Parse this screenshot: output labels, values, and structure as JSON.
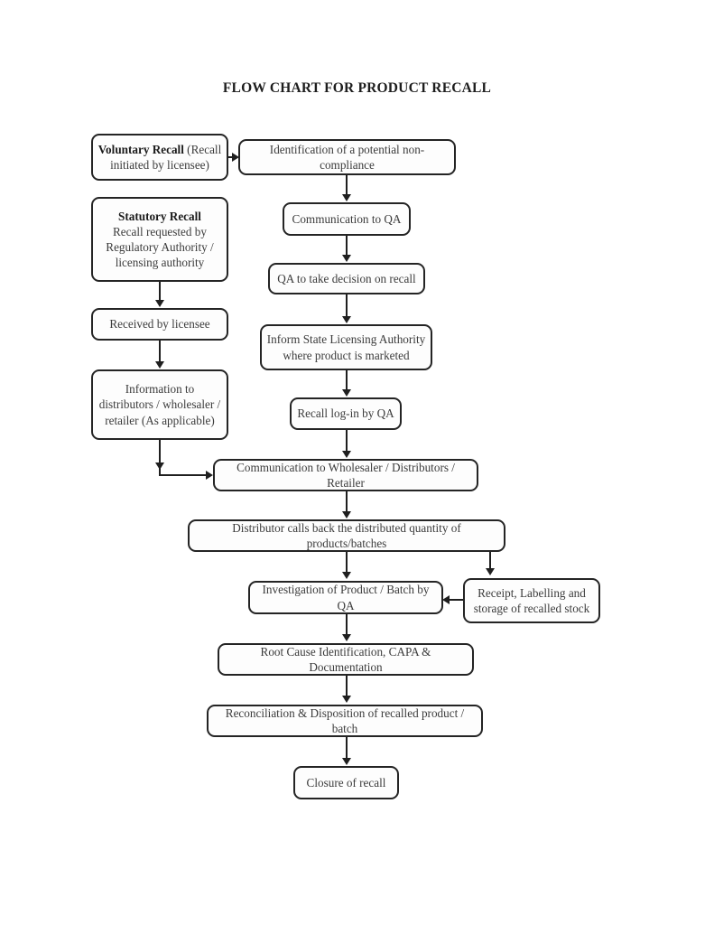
{
  "document": {
    "title": "FLOW CHART FOR PRODUCT RECALL",
    "background_color": "#ffffff",
    "line_color": "#1f1f1f",
    "box_border_color": "#242424",
    "text_color": "#3b3b3b"
  },
  "chart_data": {
    "type": "diagram",
    "title": "FLOW CHART FOR PRODUCT RECALL",
    "nodes": [
      {
        "id": "voluntary-recall",
        "label": "Voluntary Recall (Recall initiated by licensee)",
        "line1_bold": "Voluntary Recall",
        "line1_rest": " (Recall",
        "line2": "initiated by licensee)"
      },
      {
        "id": "statutory-recall",
        "label": "Statutory Recall Recall requested by Regulatory Authority / licensing authority",
        "line1_bold": "Statutory Recall",
        "line2": "Recall requested by",
        "line3": "Regulatory Authority /",
        "line4": "licensing authority"
      },
      {
        "id": "received-by-licensee",
        "label": "Received by licensee"
      },
      {
        "id": "information-to-distributors",
        "label": "Information to distributors / wholesaler / retailer (As applicable)",
        "line1": "Information to",
        "line2": "distributors / wholesaler /",
        "line3": "retailer (As applicable)"
      },
      {
        "id": "identification-non-compliance",
        "label": "Identification of a potential non-compliance"
      },
      {
        "id": "communication-to-qa",
        "label": "Communication to QA"
      },
      {
        "id": "qa-decision-on-recall",
        "label": "QA to take decision on recall"
      },
      {
        "id": "inform-state-licensing-authority",
        "label": "Inform State Licensing Authority where product is marketed",
        "line1": "Inform State Licensing Authority",
        "line2": "where product is marketed"
      },
      {
        "id": "recall-log-in-by-qa",
        "label": "Recall log-in by QA"
      },
      {
        "id": "communication-to-wholesaler",
        "label": "Communication to Wholesaler / Distributors / Retailer"
      },
      {
        "id": "distributor-calls-back",
        "label": "Distributor calls back the distributed quantity of products/batches"
      },
      {
        "id": "investigation-of-product",
        "label": "Investigation of Product / Batch by QA"
      },
      {
        "id": "receipt-labelling-storage",
        "label": "Receipt, Labelling and storage of recalled stock",
        "line1": "Receipt, Labelling and",
        "line2": "storage of recalled stock"
      },
      {
        "id": "root-cause-capa",
        "label": "Root Cause Identification, CAPA & Documentation"
      },
      {
        "id": "reconciliation-disposition",
        "label": "Reconciliation & Disposition of recalled product / batch"
      },
      {
        "id": "closure-of-recall",
        "label": "Closure of recall"
      }
    ],
    "edges": [
      {
        "from": "voluntary-recall",
        "to": "identification-non-compliance",
        "direction": "right"
      },
      {
        "from": "statutory-recall",
        "to": "received-by-licensee",
        "direction": "down"
      },
      {
        "from": "received-by-licensee",
        "to": "information-to-distributors",
        "direction": "down"
      },
      {
        "from": "information-to-distributors",
        "to": "communication-to-wholesaler",
        "direction": "down-right"
      },
      {
        "from": "identification-non-compliance",
        "to": "communication-to-qa",
        "direction": "down"
      },
      {
        "from": "communication-to-qa",
        "to": "qa-decision-on-recall",
        "direction": "down"
      },
      {
        "from": "qa-decision-on-recall",
        "to": "inform-state-licensing-authority",
        "direction": "down"
      },
      {
        "from": "inform-state-licensing-authority",
        "to": "recall-log-in-by-qa",
        "direction": "down"
      },
      {
        "from": "recall-log-in-by-qa",
        "to": "communication-to-wholesaler",
        "direction": "down"
      },
      {
        "from": "communication-to-wholesaler",
        "to": "distributor-calls-back",
        "direction": "down"
      },
      {
        "from": "distributor-calls-back",
        "to": "investigation-of-product",
        "direction": "down"
      },
      {
        "from": "distributor-calls-back",
        "to": "receipt-labelling-storage",
        "direction": "down-right"
      },
      {
        "from": "receipt-labelling-storage",
        "to": "investigation-of-product",
        "direction": "left"
      },
      {
        "from": "investigation-of-product",
        "to": "root-cause-capa",
        "direction": "down"
      },
      {
        "from": "root-cause-capa",
        "to": "reconciliation-disposition",
        "direction": "down"
      },
      {
        "from": "reconciliation-disposition",
        "to": "closure-of-recall",
        "direction": "down"
      }
    ]
  }
}
